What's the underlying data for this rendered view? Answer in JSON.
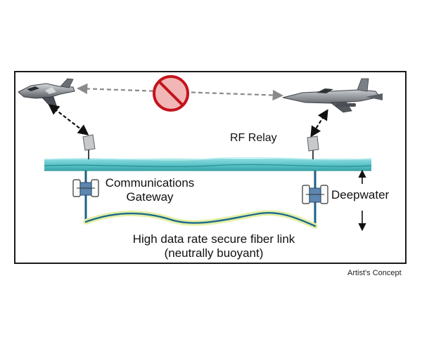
{
  "labels": {
    "rf_relay": "RF Relay",
    "comm_gateway_line1": "Communications",
    "comm_gateway_line2": "Gateway",
    "deepwater": "Deepwater",
    "fiber_line1": "High data rate secure fiber link",
    "fiber_line2": "(neutrally buoyant)"
  },
  "caption": "Artist's Concept",
  "colors": {
    "ocean": "#5cc4c8",
    "ocean_dark": "#2a8d92",
    "fiber": "#1d6a8a",
    "fiber_glow": "#e4f0a8",
    "prohibit": "#c4141c",
    "prohibit_fill": "#f1b7b7",
    "arrow": "#111111",
    "dashed_link": "#8a8a8a"
  },
  "icons": {
    "left_aircraft": "stealth-jet-icon",
    "right_aircraft": "fighter-jet-icon",
    "no_link": "prohibited-icon",
    "buoy": "surface-buoy-icon",
    "gateway": "underwater-gateway-icon"
  }
}
